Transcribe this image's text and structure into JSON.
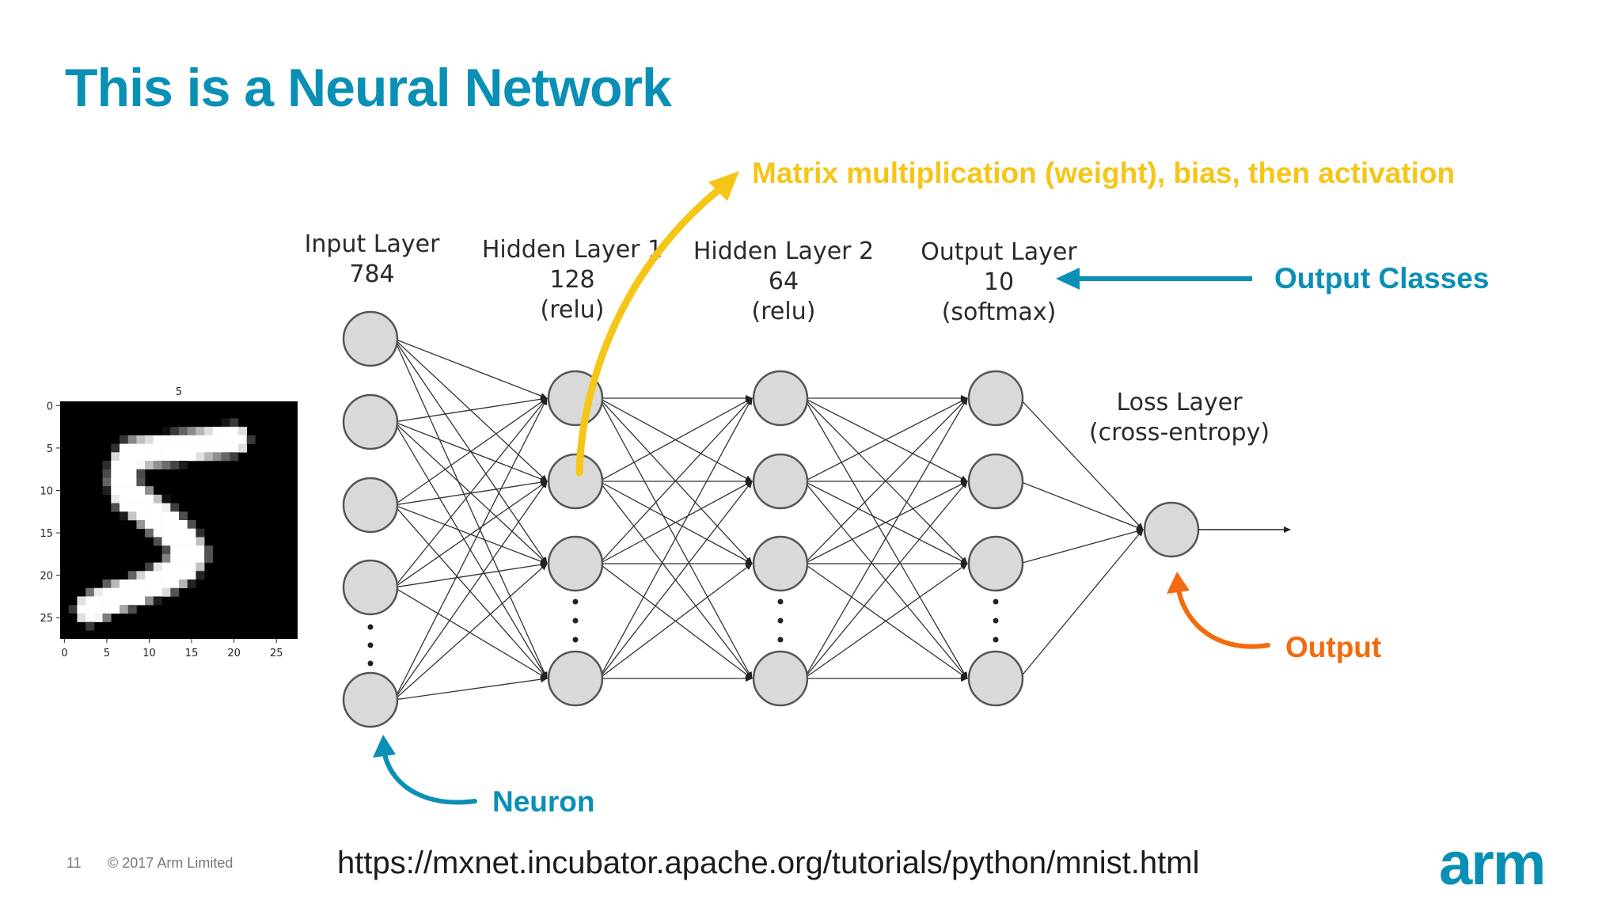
{
  "slide": {
    "title": "This is a Neural Network",
    "page_number": "11",
    "copyright": "© 2017 Arm Limited",
    "source_url": "https://mxnet.incubator.apache.org/tutorials/python/mnist.html",
    "logo_text": "arm"
  },
  "colors": {
    "title": "#0a8fb5",
    "annotation_blue": "#0a8fb5",
    "annotation_yellow": "#f5c518",
    "annotation_orange": "#f26b0f",
    "neuron_fill": "#d9d9d9",
    "neuron_stroke": "#555555"
  },
  "mnist_sample": {
    "title": "5",
    "y_ticks": [
      "0",
      "5",
      "10",
      "15",
      "20",
      "25"
    ],
    "x_ticks": [
      "0",
      "5",
      "10",
      "15",
      "20",
      "25"
    ]
  },
  "network": {
    "layers": [
      {
        "name": "Input Layer",
        "size": "784",
        "activation": ""
      },
      {
        "name": "Hidden Layer 1",
        "size": "128",
        "activation": "(relu)"
      },
      {
        "name": "Hidden Layer 2",
        "size": "64",
        "activation": "(relu)"
      },
      {
        "name": "Output Layer",
        "size": "10",
        "activation": "(softmax)"
      }
    ],
    "loss_layer": {
      "name": "Loss Layer",
      "detail": "(cross-entropy)"
    }
  },
  "annotations": {
    "matrix": "Matrix multiplication (weight), bias, then activation",
    "output_classes": "Output Classes",
    "output": "Output",
    "neuron": "Neuron"
  }
}
